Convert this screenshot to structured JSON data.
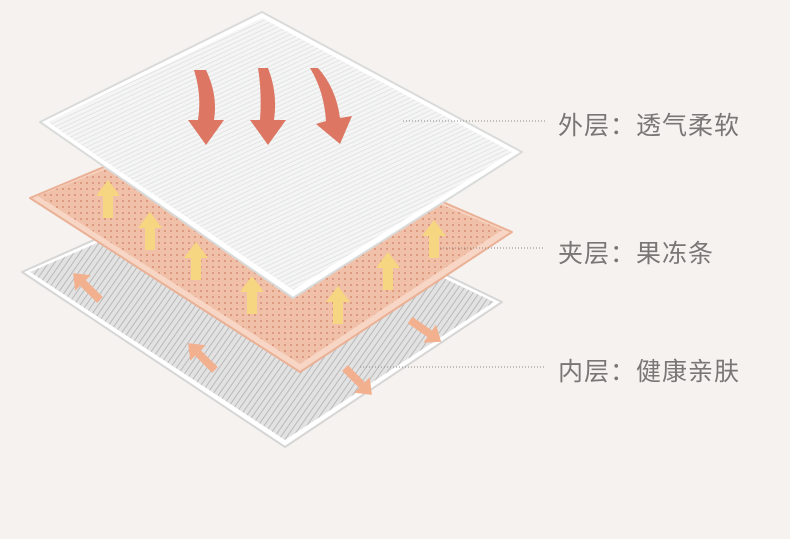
{
  "layers": [
    {
      "name": "外层",
      "desc": "透气柔软",
      "sep": "："
    },
    {
      "name": "夹层",
      "desc": "果冻条",
      "sep": "："
    },
    {
      "name": "内层",
      "desc": "健康亲肤",
      "sep": "："
    }
  ],
  "colors": {
    "background": "#f6f2ef",
    "outer_layer": "#f3f4f3",
    "middle_layer": "#f0b9a0",
    "inner_layer": "#cfcfcf",
    "down_arrow": "#dd7663",
    "up_arrow": "#f6d680",
    "out_arrow": "#f2b08f",
    "text": "#7a7675"
  }
}
